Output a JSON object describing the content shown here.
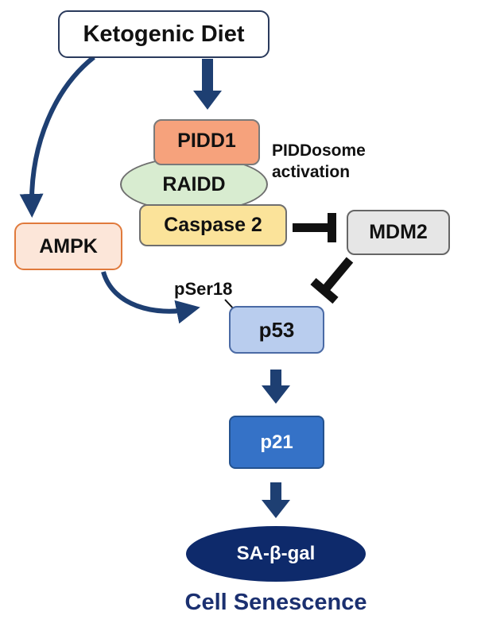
{
  "diagram": {
    "nodes": {
      "ketogenic_diet": "Ketogenic Diet",
      "pidd1": "PIDD1",
      "raidd": "RAIDD",
      "caspase2": "Caspase 2",
      "ampk": "AMPK",
      "mdm2": "MDM2",
      "p53": "p53",
      "p21": "p21",
      "sa_beta_gal": "SA-β-gal"
    },
    "labels": {
      "piddosome_line1": "PIDDosome",
      "piddosome_line2": "activation",
      "pser18": "pSer18",
      "outcome": "Cell Senescence"
    },
    "edges": [
      {
        "from": "Ketogenic Diet",
        "to": "PIDD1",
        "type": "activation"
      },
      {
        "from": "Ketogenic Diet",
        "to": "AMPK",
        "type": "activation"
      },
      {
        "from": "AMPK",
        "to": "p53",
        "type": "phosphorylation",
        "site": "pSer18"
      },
      {
        "from": "Caspase 2",
        "to": "MDM2",
        "type": "inhibition"
      },
      {
        "from": "MDM2",
        "to": "p53",
        "type": "inhibition"
      },
      {
        "from": "p53",
        "to": "p21",
        "type": "activation"
      },
      {
        "from": "p21",
        "to": "SA-β-gal",
        "type": "activation"
      }
    ],
    "colors": {
      "arrow": "#1e3f72",
      "inhibitor": "#111111",
      "outcome_text": "#1b3070",
      "sa_beta_gal": "#0e2a6b",
      "p21": "#3572c7",
      "p53": "#b9cdee"
    }
  }
}
